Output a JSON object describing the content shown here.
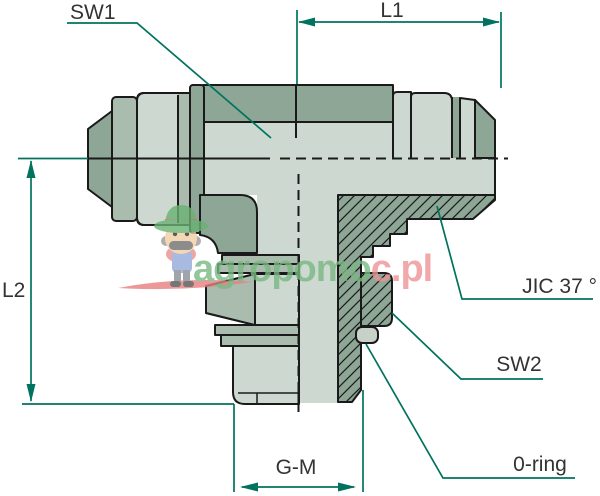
{
  "diagram": {
    "labels": {
      "sw1": "SW1",
      "l1": "L1",
      "l2": "L2",
      "gm": "G-M",
      "jic": "JIC 37 °",
      "sw2": "SW2",
      "oring": "0-ring"
    }
  },
  "watermark": {
    "green": "agropomo",
    "red": "c.pl"
  },
  "colors": {
    "fill_light": "#cdd9d0",
    "fill_mid": "#a9bcae",
    "fill_dark": "#8da695",
    "outline": "#1a1a1a",
    "dimension_line": "#00735e",
    "label_text": "#333333",
    "watermark_green": "#7ab883",
    "watermark_red": "#ee9395"
  }
}
